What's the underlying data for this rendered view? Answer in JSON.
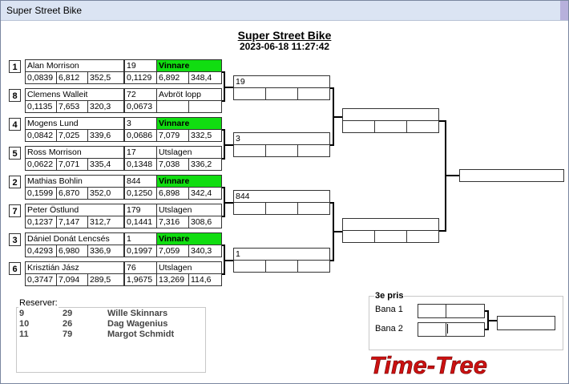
{
  "window": {
    "title": "Super Street Bike"
  },
  "header": {
    "title": "Super Street Bike",
    "datetime": "2023-06-18 11:27:42"
  },
  "round1": [
    {
      "seed": "1",
      "name": "Alan Morrison",
      "stats": [
        "0,0839",
        "6,812",
        "352,5"
      ],
      "num": "19",
      "result": "Vinnare",
      "rstats": [
        "0,1129",
        "6,892",
        "348,4"
      ],
      "winner": true
    },
    {
      "seed": "8",
      "name": "Clemens Walleit",
      "stats": [
        "0,1135",
        "7,653",
        "320,3"
      ],
      "num": "72",
      "result": "Avbröt lopp",
      "rstats": [
        "0,0673",
        "",
        ""
      ],
      "winner": false
    },
    {
      "seed": "4",
      "name": "Mogens Lund",
      "stats": [
        "0,0842",
        "7,025",
        "339,6"
      ],
      "num": "3",
      "result": "Vinnare",
      "rstats": [
        "0,0686",
        "7,079",
        "332,5"
      ],
      "winner": true
    },
    {
      "seed": "5",
      "name": "Ross Morrison",
      "stats": [
        "0,0622",
        "7,071",
        "335,4"
      ],
      "num": "17",
      "result": "Utslagen",
      "rstats": [
        "0,1348",
        "7,038",
        "336,2"
      ],
      "winner": false
    },
    {
      "seed": "2",
      "name": "Mathias Bohlin",
      "stats": [
        "0,1599",
        "6,870",
        "352,0"
      ],
      "num": "844",
      "result": "Vinnare",
      "rstats": [
        "0,1250",
        "6,898",
        "342,4"
      ],
      "winner": true
    },
    {
      "seed": "7",
      "name": "Peter Östlund",
      "stats": [
        "0,1237",
        "7,147",
        "312,7"
      ],
      "num": "179",
      "result": "Utslagen",
      "rstats": [
        "0,1441",
        "7,316",
        "308,6"
      ],
      "winner": false
    },
    {
      "seed": "3",
      "name": "Dániel Donát Lencsés",
      "stats": [
        "0,4293",
        "6,980",
        "336,9"
      ],
      "num": "1",
      "result": "Vinnare",
      "rstats": [
        "0,1997",
        "7,059",
        "340,3"
      ],
      "winner": true
    },
    {
      "seed": "6",
      "name": "Krisztián Jász",
      "stats": [
        "0,3747",
        "7,094",
        "289,5"
      ],
      "num": "76",
      "result": "Utslagen",
      "rstats": [
        "1,9675",
        "13,269",
        "114,6"
      ],
      "winner": false
    }
  ],
  "round2": [
    "19",
    "3",
    "844",
    "1"
  ],
  "reserves": {
    "title": "Reserver:",
    "rows": [
      {
        "pos": "9",
        "num": "29",
        "name": "Wille Skinnars"
      },
      {
        "pos": "10",
        "num": "26",
        "name": "Dag Wagenius"
      },
      {
        "pos": "11",
        "num": "79",
        "name": "Margot Schmidt"
      }
    ]
  },
  "third": {
    "title": "3e pris",
    "lane1": "Bana 1",
    "lane2": "Bana 2"
  },
  "logo": {
    "text": "Time-Tree",
    "color": "#cc1111"
  }
}
